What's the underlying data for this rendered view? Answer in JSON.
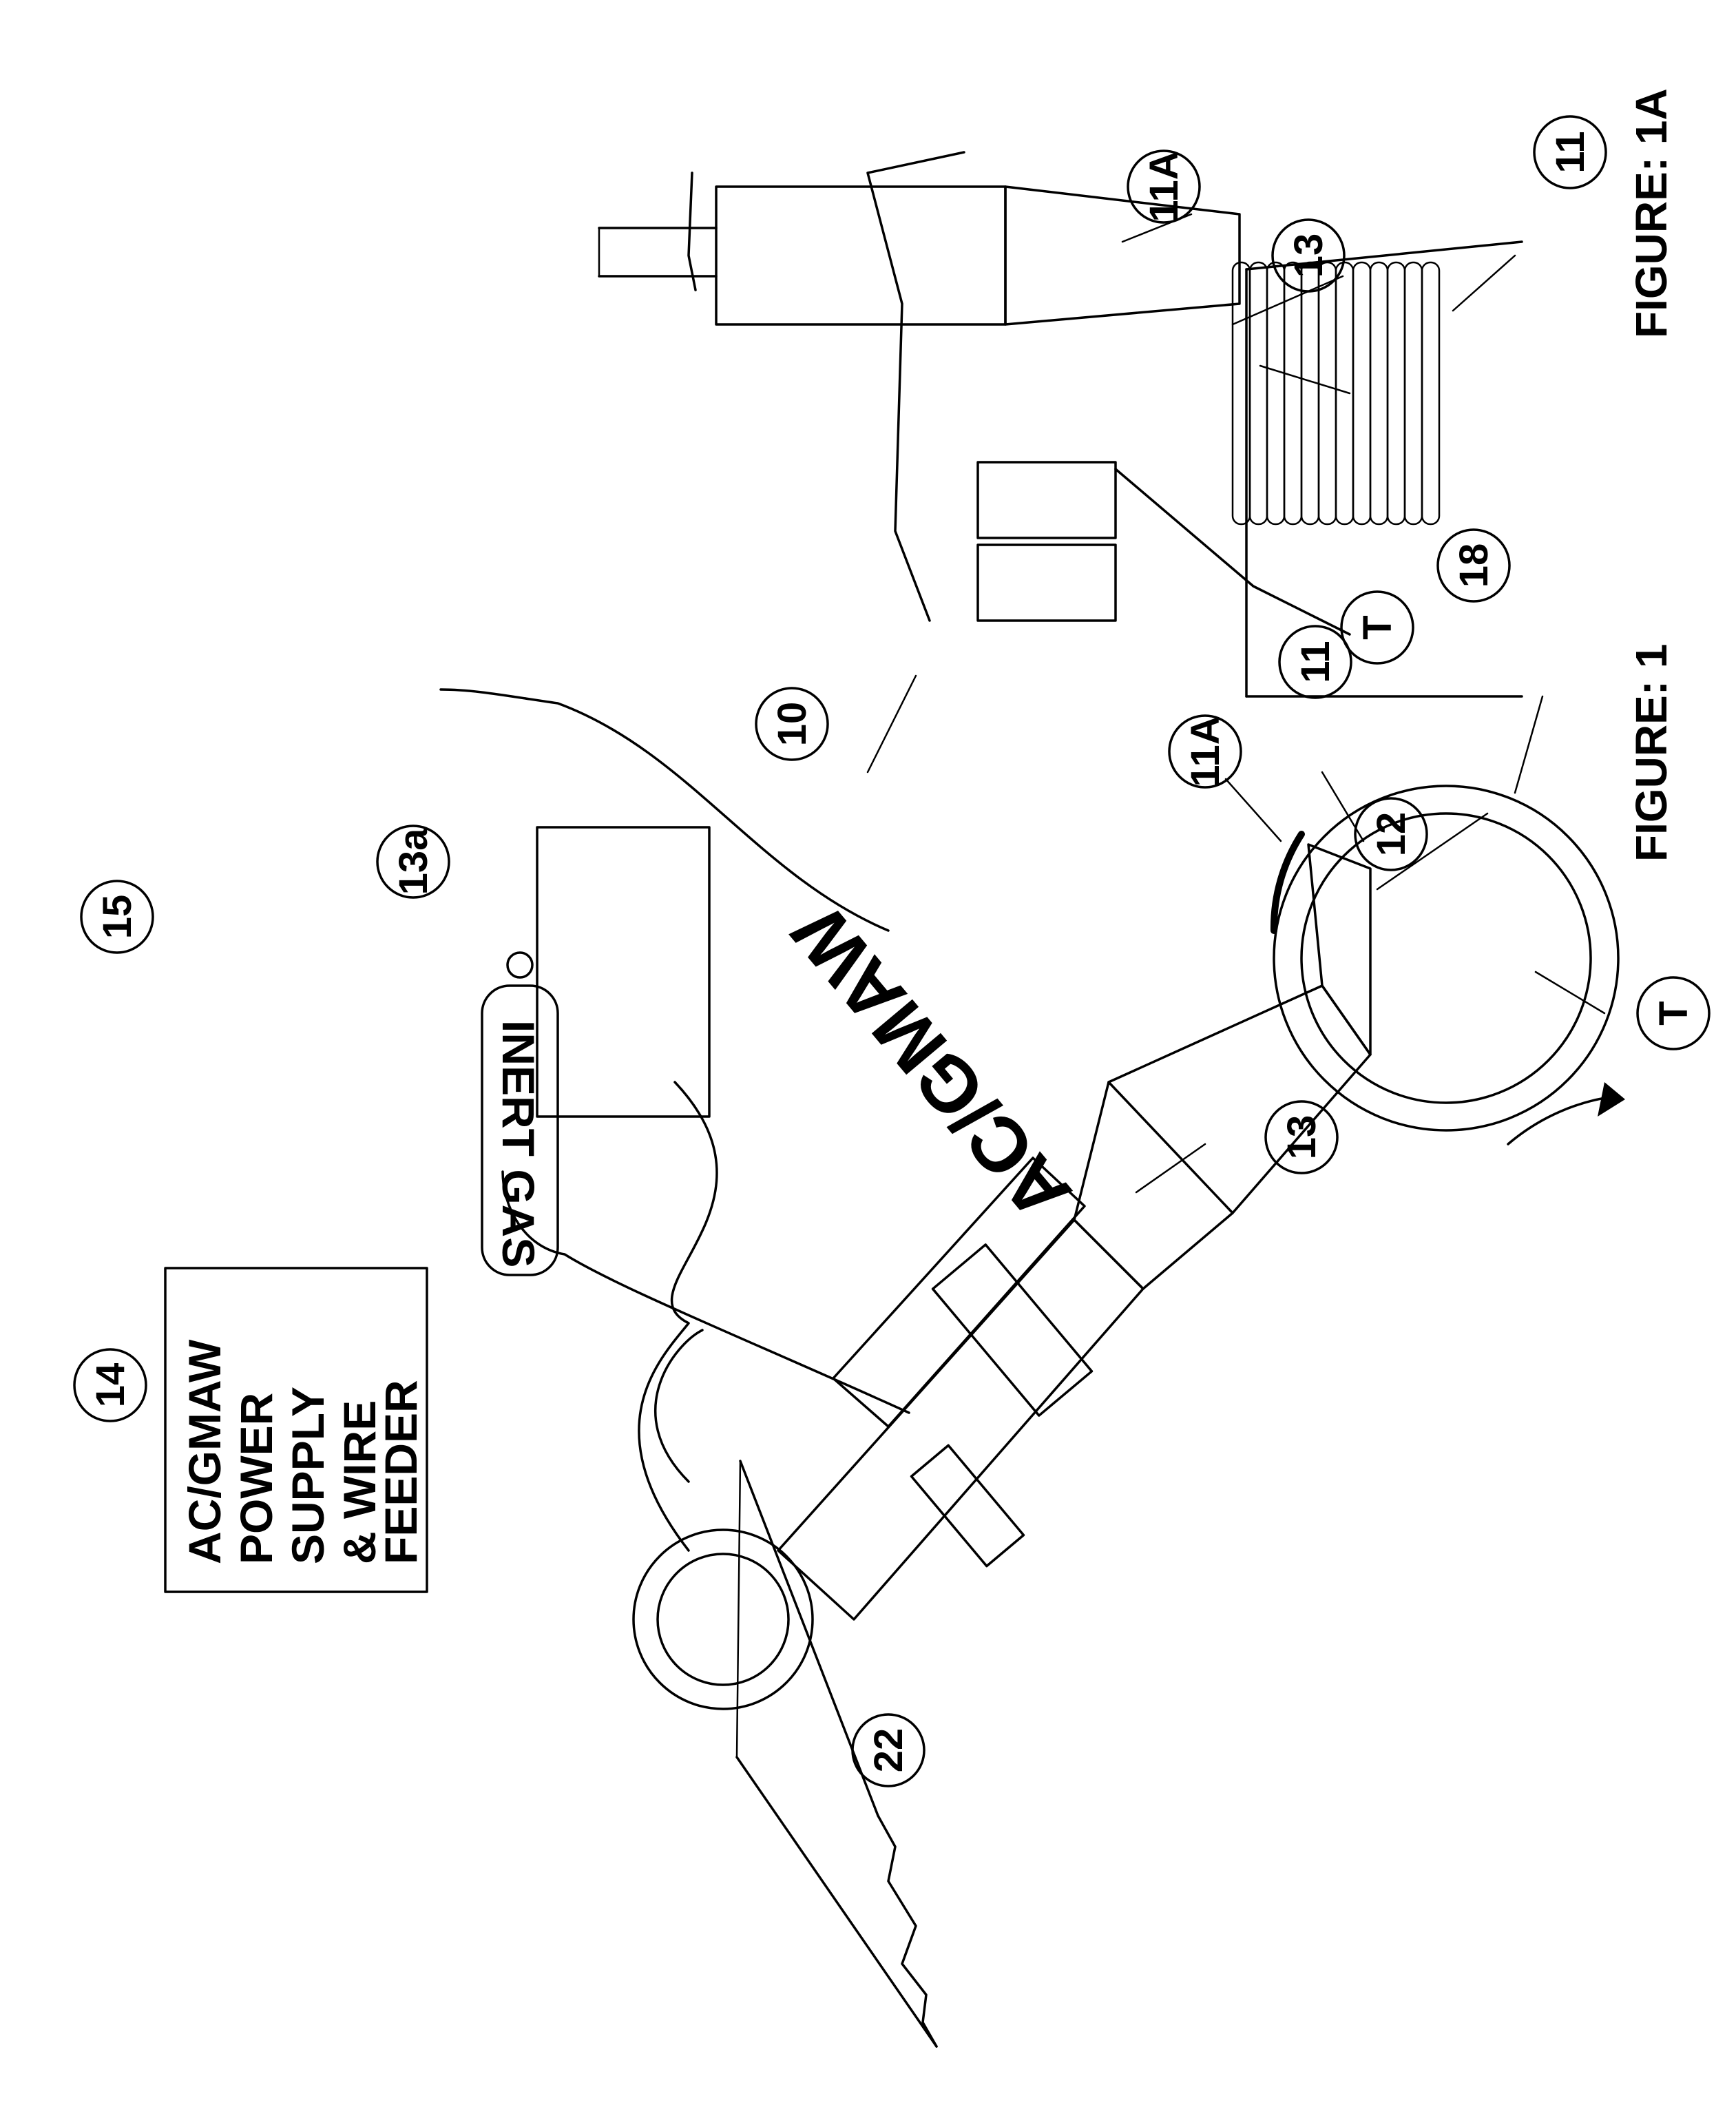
{
  "figures": {
    "fig1_caption": "FIGURE: 1",
    "fig1a_caption": "FIGURE: 1A"
  },
  "boxes": {
    "power_supply_lines": [
      "AC/GMAW",
      "POWER",
      "SUPPLY",
      "& WIRE",
      "FEEDER"
    ],
    "inert_gas": "INERT GAS",
    "torch_label": "AC/GMAW"
  },
  "callouts": {
    "c10": "10",
    "c11": "11",
    "c11A": "11A",
    "c12": "12",
    "c13": "13",
    "c13a": "13a",
    "c14": "14",
    "c15": "15",
    "c18": "18",
    "c22": "22",
    "cT": "T",
    "c1a_11": "11",
    "c1a_11A": "11A",
    "c1a_13": "13",
    "c1a_T": "T"
  },
  "colors": {
    "ink": "#000000",
    "paper": "#ffffff"
  }
}
